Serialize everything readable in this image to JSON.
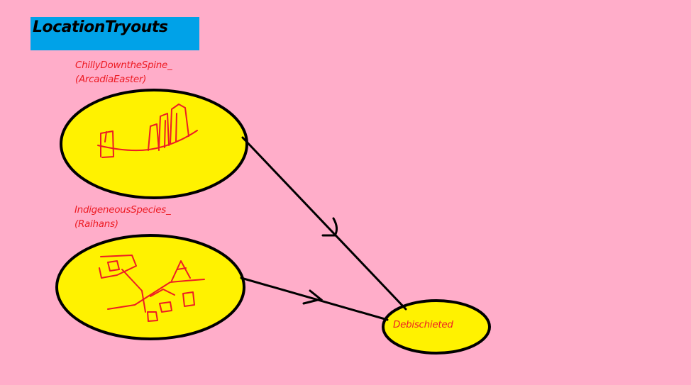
{
  "title": "LocationTryouts",
  "nodes": {
    "top": {
      "caption_line1": "ChillyDowntheSpine_",
      "caption_line2": "(ArcadiaEaster)"
    },
    "bottom": {
      "caption_line1": "IndigeneousSpecies_",
      "caption_line2": "(Raihans)"
    },
    "target": {
      "label": "Debischieted"
    }
  },
  "colors": {
    "background": "#ffadc9",
    "title_fill": "#00a2e8",
    "node_fill": "#fff200",
    "outline": "#000000",
    "label_text": "#ed1c24",
    "sketch": "#ed1c24"
  },
  "connections": [
    {
      "from": "top",
      "to": "target"
    },
    {
      "from": "bottom",
      "to": "target"
    }
  ]
}
